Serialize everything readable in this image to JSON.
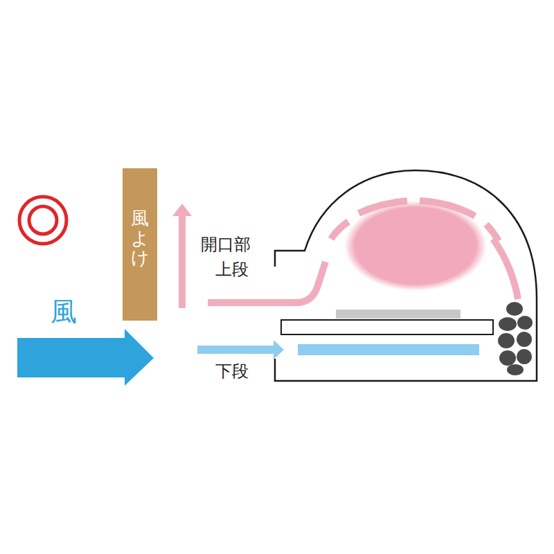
{
  "diagram": {
    "nodes": [
      {
        "text": [
          "風よけ"
        ]
      }
    ],
    "labels": [
      "風",
      "開口部",
      "上段",
      "下段"
    ]
  }
}
